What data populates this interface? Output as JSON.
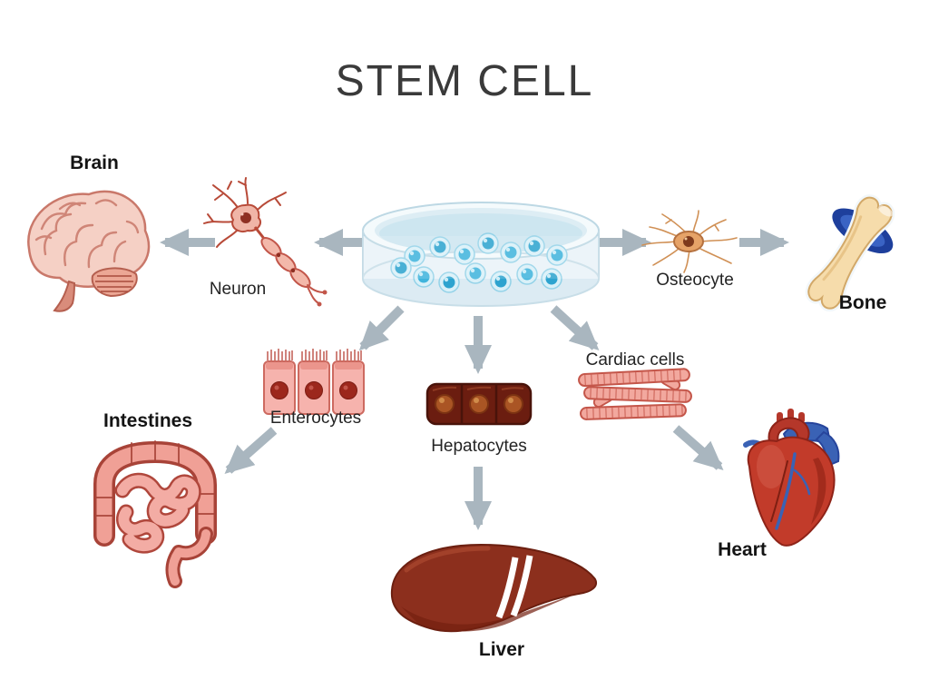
{
  "title": "STEM CELL",
  "labels": {
    "brain": "Brain",
    "neuron": "Neuron",
    "osteocyte": "Osteocyte",
    "bone": "Bone",
    "intestines": "Intestines",
    "enterocytes": "Enterocytes",
    "hepatocytes": "Hepatocytes",
    "cardiac_cells": "Cardiac cells",
    "heart": "Heart",
    "liver": "Liver"
  },
  "connections": [
    {
      "from": "stem_cells",
      "to": "neuron"
    },
    {
      "from": "neuron",
      "to": "brain"
    },
    {
      "from": "stem_cells",
      "to": "osteocyte"
    },
    {
      "from": "osteocyte",
      "to": "bone"
    },
    {
      "from": "stem_cells",
      "to": "enterocytes"
    },
    {
      "from": "enterocytes",
      "to": "intestines"
    },
    {
      "from": "stem_cells",
      "to": "hepatocytes"
    },
    {
      "from": "hepatocytes",
      "to": "liver"
    },
    {
      "from": "stem_cells",
      "to": "cardiac_cells"
    },
    {
      "from": "cardiac_cells",
      "to": "heart"
    }
  ],
  "colors": {
    "background": "#ffffff",
    "title_text": "#3a3a3a",
    "label_text": "#141414",
    "arrow": "#a9b6bf",
    "stem_cell_blue": "#3fb4dc",
    "brain_pink": "#f5d0c5",
    "neuron_pink": "#f0b5a7",
    "osteocyte_tan": "#e6a368",
    "bone_cream": "#f6dcab",
    "bone_joint_blue": "#1e3f9c",
    "enterocyte_pink": "#f6b3ad",
    "hepatocyte_brown": "#6b1d10",
    "cardiac_pink": "#f2a89e",
    "intestine_pink": "#f0a096",
    "liver_brown": "#8c2f1d",
    "heart_red": "#c23b2a"
  }
}
